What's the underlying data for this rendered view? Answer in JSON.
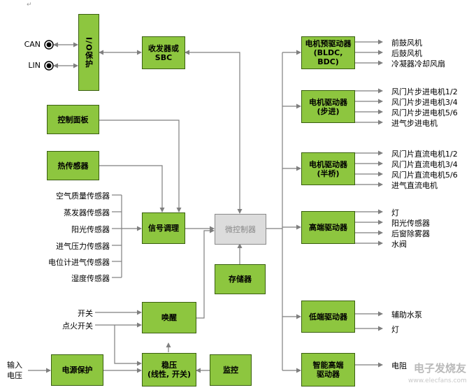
{
  "corner_mark": "↵",
  "io": {
    "can_label": "CAN",
    "lin_label": "LIN",
    "io_protect": "I/O保护"
  },
  "transceiver": "收发器或\nSBC",
  "control_panel": "控制面板",
  "thermal_sensor": "热传感器",
  "sensors": [
    "空气质量传感器",
    "蒸发器传感器",
    "阳光传感器",
    "进气压力传感器",
    "电位计进气传感器",
    "湿度传感器"
  ],
  "signal_conditioning": "信号调理",
  "mcu": "微控制器",
  "memory": "存储器",
  "wake": "唤醒",
  "switch_inputs": [
    "开关",
    "点火开关"
  ],
  "input_voltage": "输入\n电压",
  "power_protection": "电源保护",
  "regulator": "稳压\n(线性, 开关)",
  "monitor": "监控",
  "drivers": [
    {
      "label": "电机预驱动器\n(BLDC, BDC)",
      "outputs": [
        "前鼓风机",
        "后鼓风机",
        "冷凝器冷却风扇"
      ]
    },
    {
      "label": "电机驱动器\n(步进)",
      "outputs": [
        "风门片步进电机1/2",
        "风门片步进电机3/4",
        "风门片步进电机5/6",
        "进气步进电机"
      ]
    },
    {
      "label": "电机驱动器\n(半桥)",
      "outputs": [
        "风门片直流电机1/2",
        "风门片直流电机3/4",
        "风门片直流电机5/6",
        "进气直流电机"
      ]
    },
    {
      "label": "高端驱动器",
      "outputs": [
        "灯",
        "阳光传感器",
        "后窗除雾器",
        "水阀"
      ]
    },
    {
      "label": "低端驱动器",
      "outputs": [
        "辅助水泵",
        "灯"
      ]
    },
    {
      "label": "智能高端\n驱动器",
      "outputs": [
        "电阻"
      ]
    }
  ],
  "watermark": {
    "main": "电子发烧友",
    "sub": "www.elecfans.com"
  },
  "colors": {
    "box_fill": "#8dc63f",
    "box_border": "#3a5f10",
    "mcu_fill": "#dcdcdc",
    "line": "#7f7f7f"
  }
}
